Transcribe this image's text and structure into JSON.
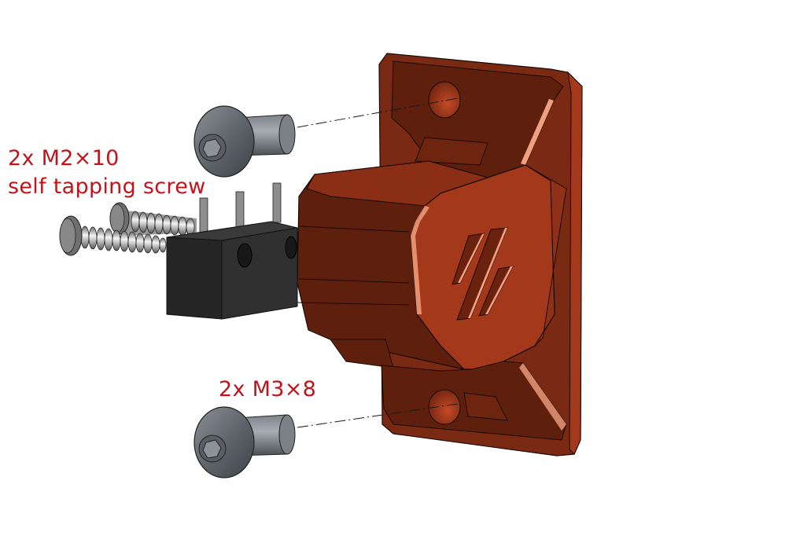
{
  "diagram": {
    "type": "exploded-assembly",
    "colors": {
      "part_orange": "#a3381b",
      "part_orange_dark": "#5e1f0c",
      "part_orange_highlight": "#f0a07e",
      "switch_black": "#2b2b2b",
      "screw_gray": "#6d7278",
      "label_red": "#c0141a",
      "background": "#ffffff"
    },
    "labels": {
      "m2_screws_qty": "2x M2×10",
      "m2_screws_desc": "self tapping screw",
      "m3_screws": "2x M3×8"
    },
    "parts": [
      {
        "name": "mount-bracket",
        "color": "orange"
      },
      {
        "name": "microswitch",
        "color": "black",
        "pins": 3
      },
      {
        "name": "m2-self-tapping-screw",
        "qty": 2
      },
      {
        "name": "m3-button-head-screw",
        "qty": 2
      }
    ]
  }
}
